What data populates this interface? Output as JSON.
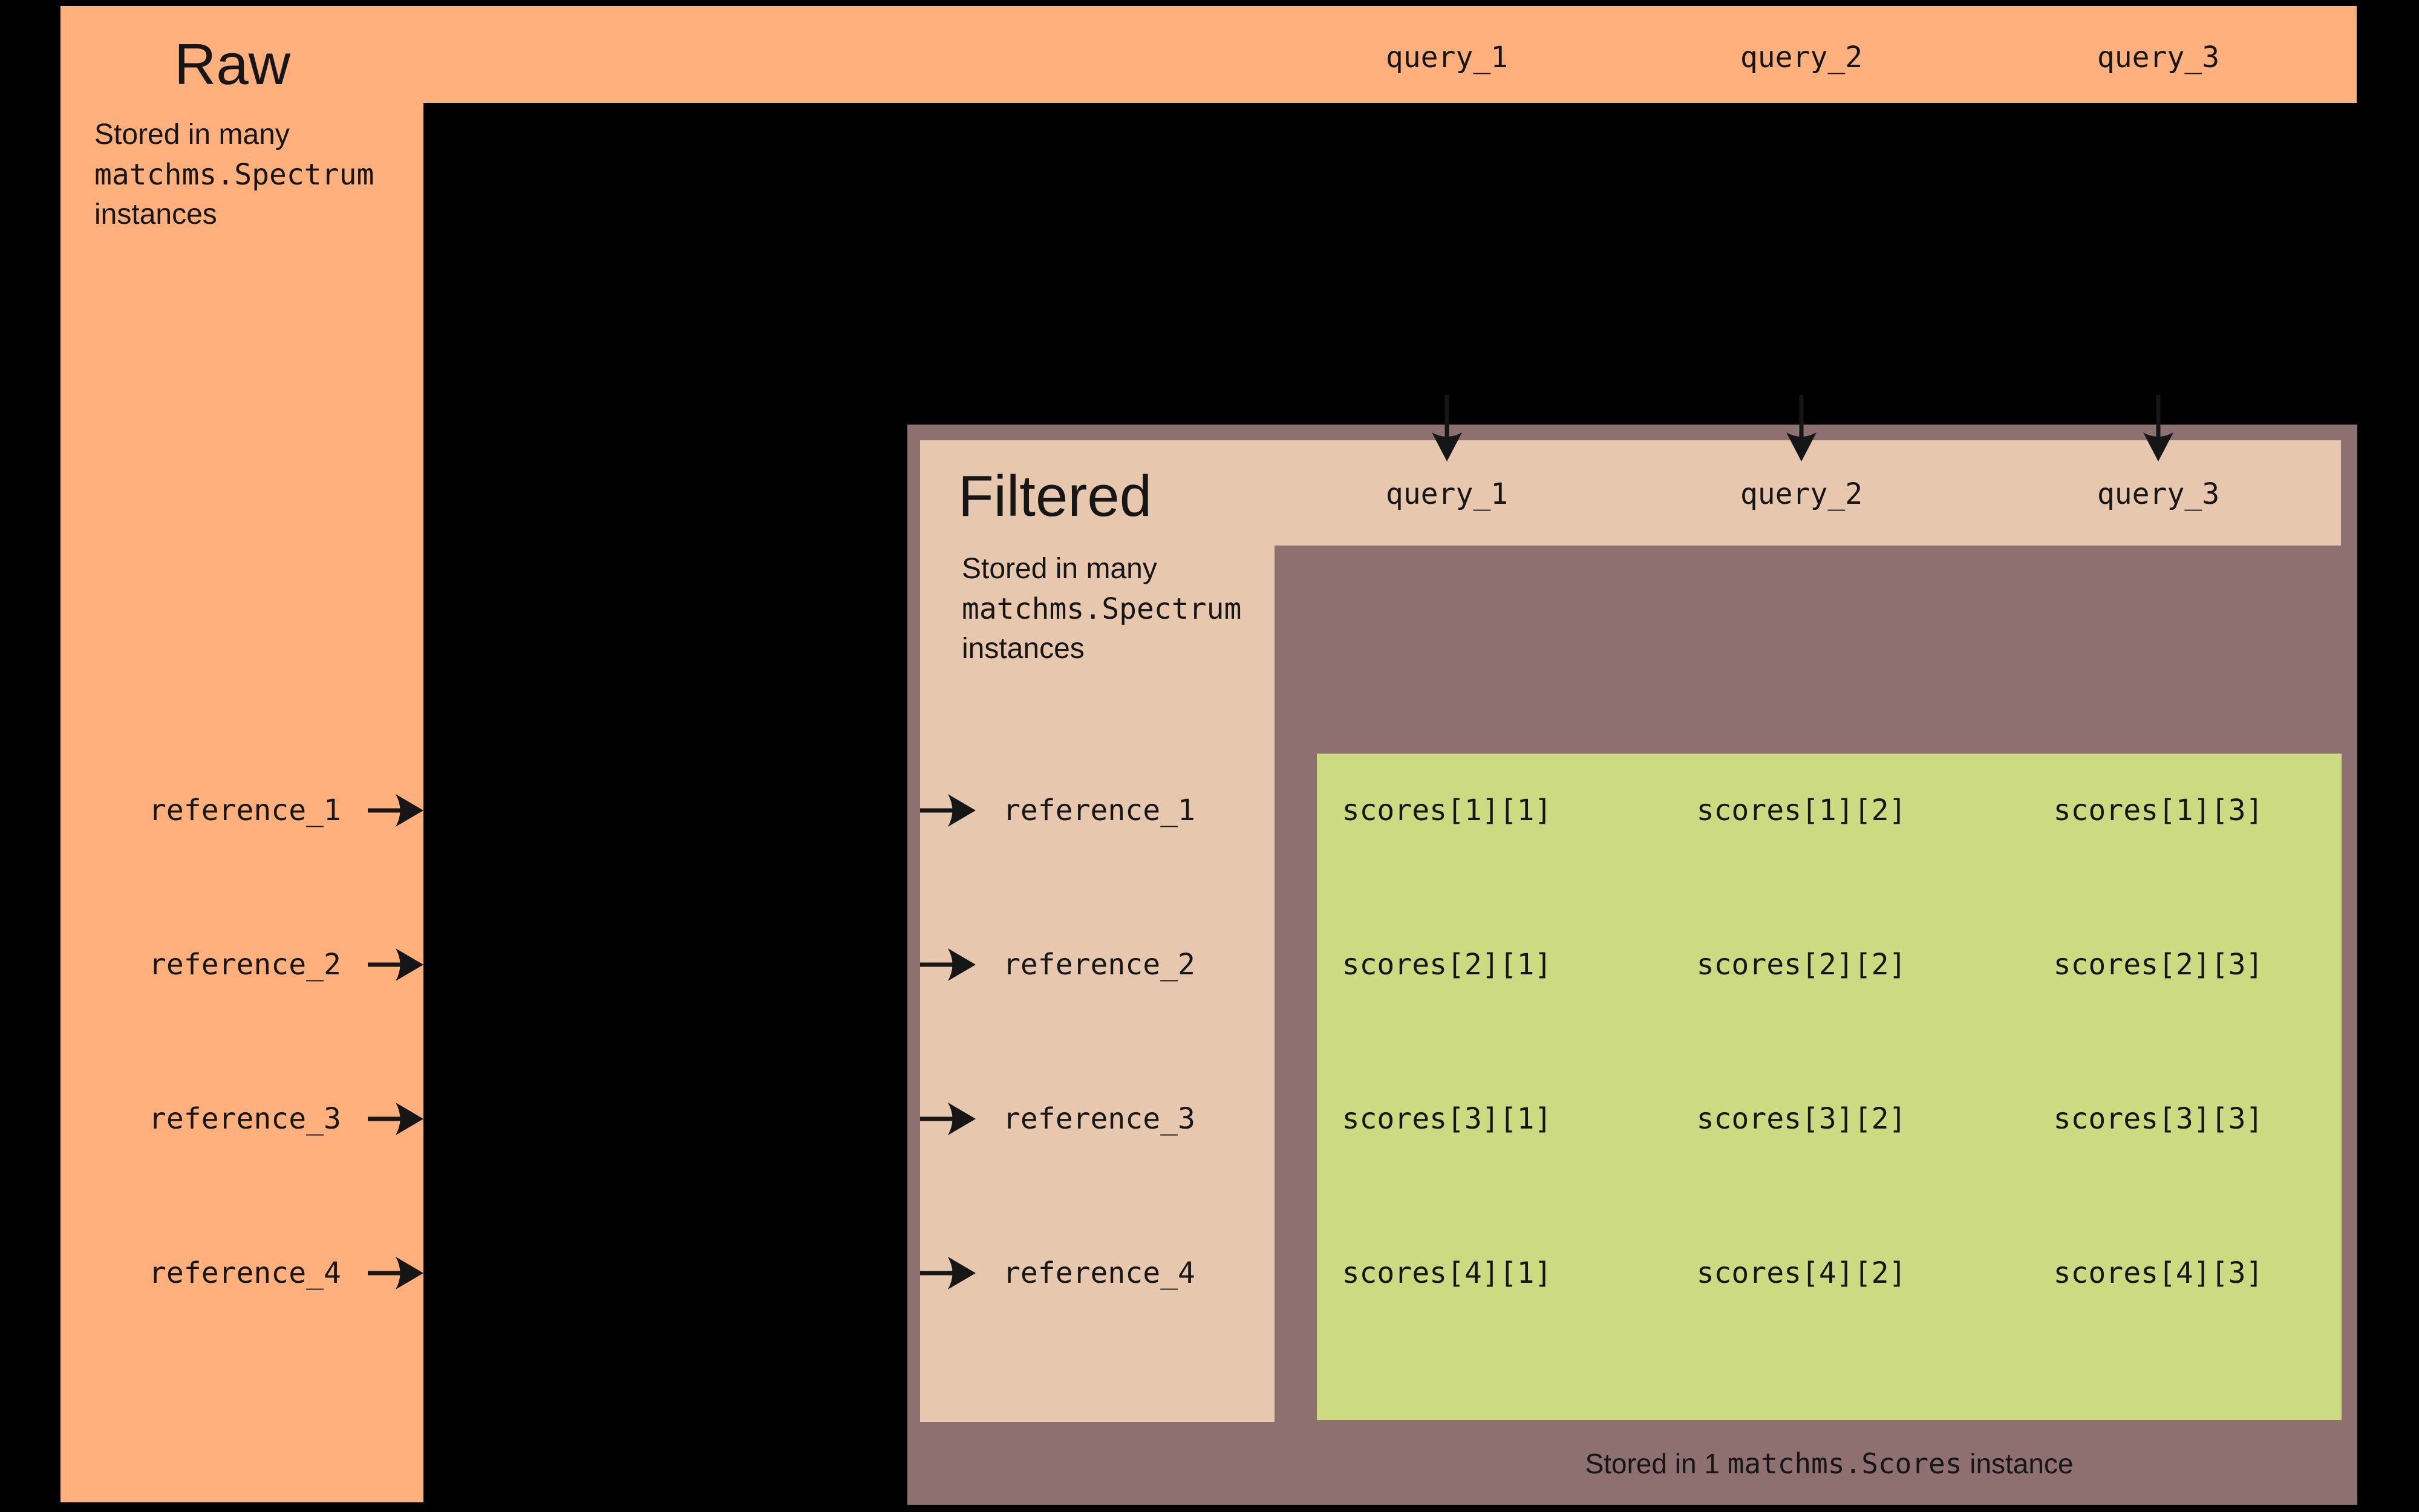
{
  "colors": {
    "bg": "#000000",
    "raw": "#ffb07c",
    "mauve": "#8e7070",
    "tan": "#e7c8af",
    "green": "#ccdb81",
    "ink": "#161616"
  },
  "raw": {
    "title": "Raw",
    "note": {
      "line1": "Stored in many",
      "code": "matchms.Spectrum",
      "line2": "instances"
    },
    "queries": [
      "query_1",
      "query_2",
      "query_3"
    ],
    "references": [
      "reference_1",
      "reference_2",
      "reference_3",
      "reference_4"
    ]
  },
  "filtered": {
    "title": "Filtered",
    "note": {
      "line1": "Stored in many",
      "code": "matchms.Spectrum",
      "line2": "instances"
    },
    "queries": [
      "query_1",
      "query_2",
      "query_3"
    ],
    "references": [
      "reference_1",
      "reference_2",
      "reference_3",
      "reference_4"
    ]
  },
  "scores": {
    "cells": [
      [
        "scores[1][1]",
        "scores[1][2]",
        "scores[1][3]"
      ],
      [
        "scores[2][1]",
        "scores[2][2]",
        "scores[2][3]"
      ],
      [
        "scores[3][1]",
        "scores[3][2]",
        "scores[3][3]"
      ],
      [
        "scores[4][1]",
        "scores[4][2]",
        "scores[4][3]"
      ]
    ],
    "caption": {
      "prefix": "Stored in 1 ",
      "code": "matchms.Scores",
      "suffix": " instance"
    }
  }
}
